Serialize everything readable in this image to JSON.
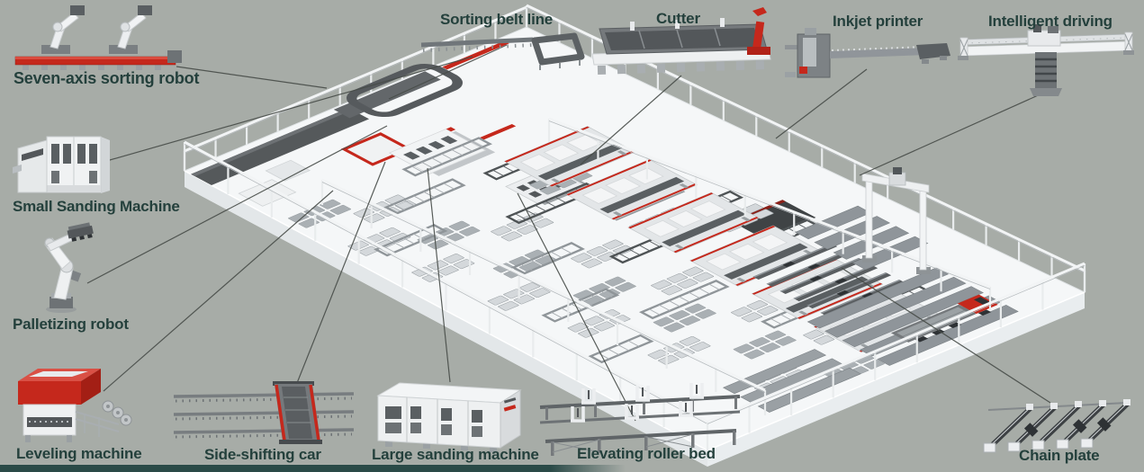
{
  "colors": {
    "bg": "#a7aca7",
    "label": "#24403c",
    "red": "#c5281c",
    "teal": "#2a4a47",
    "belt": "#55595b",
    "panel": "#8f959a",
    "plat": "#f5f7f8",
    "plat_side": "#e3e7e9",
    "rail": "#e9eced"
  },
  "callouts": [
    {
      "id": "seven-axis-sorting-robot",
      "label": "Seven-axis sorting robot"
    },
    {
      "id": "sorting-belt-line",
      "label": "Sorting belt line"
    },
    {
      "id": "cutter",
      "label": "Cutter"
    },
    {
      "id": "inkjet-printer",
      "label": "Inkjet printer"
    },
    {
      "id": "intelligent-driving",
      "label": "Intelligent driving"
    },
    {
      "id": "small-sanding-machine",
      "label": "Small Sanding Machine"
    },
    {
      "id": "palletizing-robot",
      "label": "Palletizing robot"
    },
    {
      "id": "leveling-machine",
      "label": "Leveling machine"
    },
    {
      "id": "side-shifting-car",
      "label": "Side-shifting car"
    },
    {
      "id": "large-sanding-machine",
      "label": "Large sanding machine"
    },
    {
      "id": "elevating-roller-bed",
      "label": "Elevating roller bed"
    },
    {
      "id": "chain-plate",
      "label": "Chain plate"
    }
  ]
}
